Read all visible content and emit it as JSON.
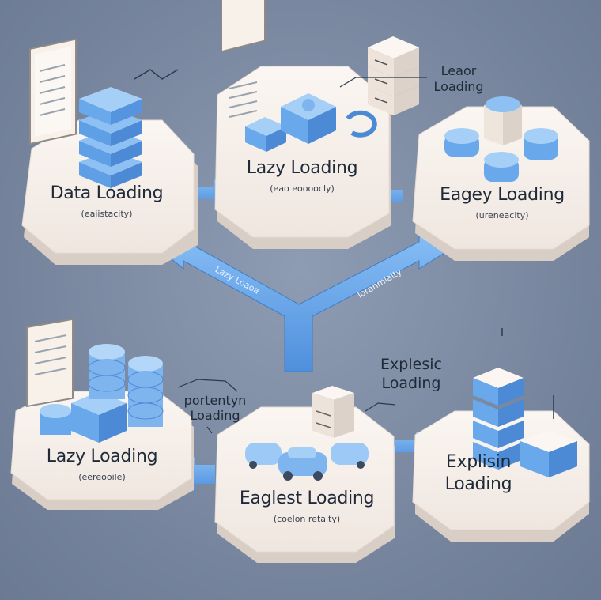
{
  "nodes": {
    "data_loading": {
      "title": "Data Loading",
      "subtitle": "(eaiistacity)"
    },
    "lazy_top": {
      "title": "Lazy Loading",
      "subtitle": "(eao eoooocly)"
    },
    "eager_top": {
      "title": "Eagey Loading",
      "subtitle": "(ureneacity)"
    },
    "lazy_bottom": {
      "title": "Lazy Loading",
      "subtitle": "(eereooile)"
    },
    "eager_bottom": {
      "title": "Eaglest Loading",
      "subtitle": "(coelon retaity)"
    },
    "explicit_bottom": {
      "title_line1": "Explisin",
      "title_line2": "Loading"
    }
  },
  "floating_labels": {
    "lazy_top_right_line1": "Leaor",
    "lazy_top_right_line2": "Loading",
    "portenty_line1": "portentyn",
    "portenty_line2": "Loading",
    "explesic_line1": "Explesic",
    "explesic_line2": "Loading"
  },
  "arrow_labels": {
    "left": "Lazy Loaoa",
    "right": "loranmlaity"
  },
  "colors": {
    "background": "#7b8aa3",
    "platform_top": "#f6efe9",
    "platform_side": "#e2d8d0",
    "accent_blue": "#6aa8ec",
    "accent_blue_dark": "#4a86cf"
  }
}
